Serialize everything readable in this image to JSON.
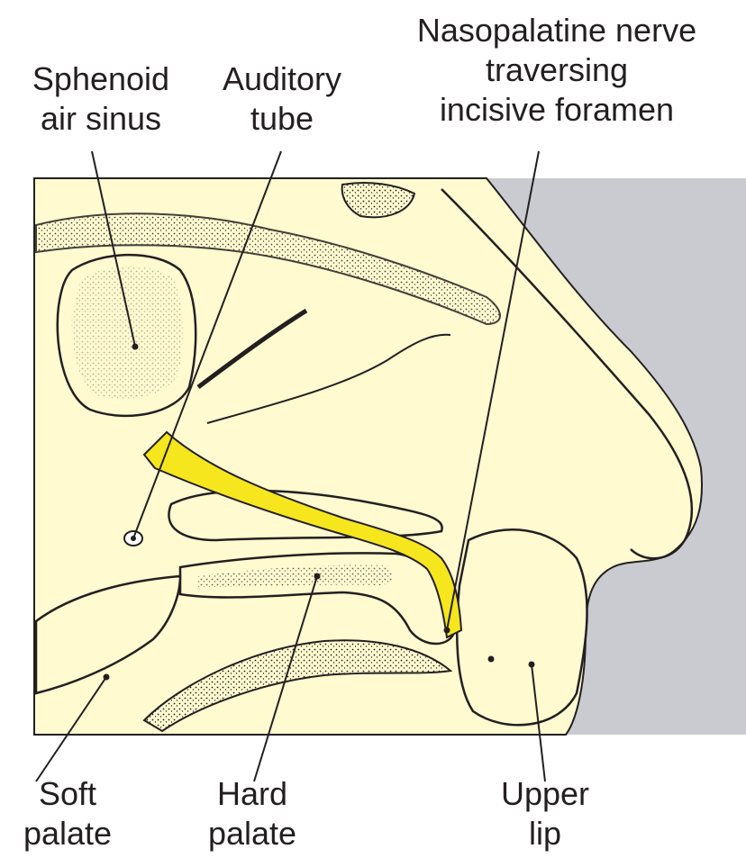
{
  "labels": {
    "sphenoid": {
      "line1": "Sphenoid",
      "line2": "air sinus"
    },
    "auditory": {
      "line1": "Auditory",
      "line2": "tube"
    },
    "nasopalatine": {
      "line1": "Nasopalatine nerve",
      "line2": "traversing",
      "line3": "incisive foramen"
    },
    "soft_palate": {
      "line1": "Soft",
      "line2": "palate"
    },
    "hard_palate": {
      "line1": "Hard",
      "line2": "palate"
    },
    "upper_lip": {
      "line1": "Upper",
      "line2": "lip"
    }
  },
  "colors": {
    "tissue": "#fffad0",
    "background_panel": "#c9cbd1",
    "nerve": "#f5e61e",
    "outline": "#231f20",
    "label_text": "#231f20"
  }
}
